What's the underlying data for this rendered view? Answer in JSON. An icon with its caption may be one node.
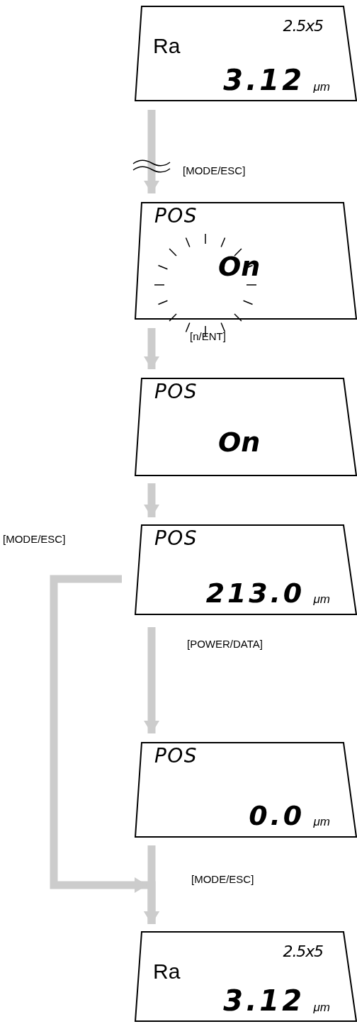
{
  "diagram": {
    "nodes": [
      {
        "text": [
          "2.5x5",
          "Ra",
          "3.12",
          "μm"
        ]
      },
      {
        "text": [
          "POS",
          "On"
        ]
      },
      {
        "text": [
          "POS",
          "On"
        ]
      },
      {
        "text": [
          "POS",
          "213.0",
          "μm"
        ]
      },
      {
        "text": [
          "POS",
          "0.0",
          "μm"
        ]
      },
      {
        "text": [
          "2.5x5",
          "Ra",
          "3.12",
          "μm"
        ]
      }
    ],
    "edges": [
      {
        "from": 0,
        "to": 1,
        "arrow": "to",
        "label": "[MODE/ESC]"
      },
      {
        "from": 1,
        "to": 2,
        "arrow": "to",
        "label": "[n/ENT]"
      },
      {
        "from": 2,
        "to": 3,
        "arrow": "to"
      },
      {
        "from": 3,
        "to": 4,
        "arrow": "to",
        "label": "[POWER/DATA]"
      },
      {
        "from": 4,
        "to": 5,
        "arrow": "to",
        "label": "[MODE/ESC]"
      },
      {
        "from": 3,
        "to": 5,
        "arrow": "to",
        "label": "[MODE/ESC]"
      }
    ]
  }
}
